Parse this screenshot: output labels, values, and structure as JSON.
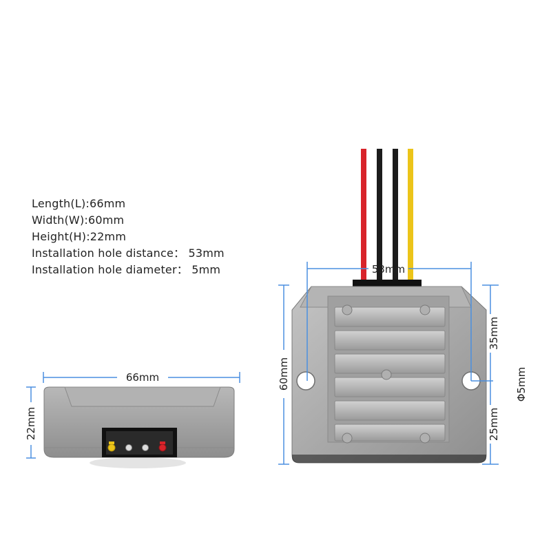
{
  "specs": [
    "Length(L):66mm",
    "Width(W):60mm",
    "Height(H):22mm",
    "Installation hole distance： 53mm",
    "Installation hole diameter： 5mm"
  ],
  "dimensions": {
    "side_length": "66mm",
    "side_height": "22mm",
    "hole_distance": "53mm",
    "front_height": "60mm",
    "top_offset": "35mm",
    "bottom_offset": "25mm",
    "hole_diameter": "Φ5mm"
  },
  "colors": {
    "dimension_line": "#4a8fe0",
    "wire_red": "#d8232a",
    "wire_black": "#1c1c1c",
    "wire_yellow": "#ecc419",
    "housing": "#a9a9a9"
  }
}
